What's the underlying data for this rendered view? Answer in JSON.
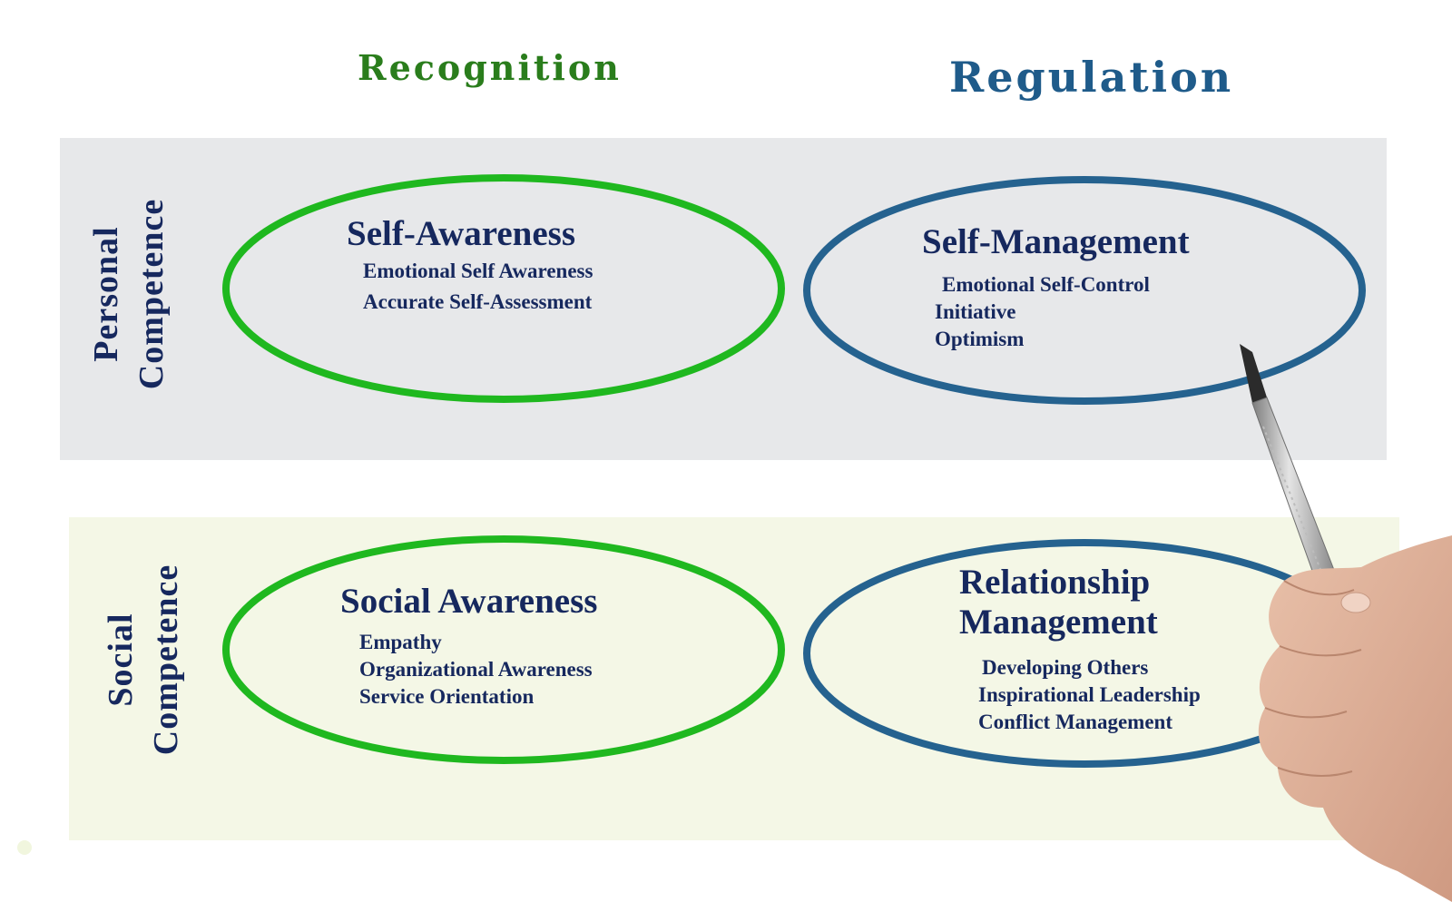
{
  "columns": {
    "recognition": "Recognition",
    "regulation": "Regulation"
  },
  "rows": {
    "personal": [
      "Personal",
      "Competence"
    ],
    "social": [
      "Social",
      "Competence"
    ]
  },
  "quadrants": {
    "self_awareness": {
      "title": "Self-Awareness",
      "items": [
        "Emotional Self Awareness",
        "Accurate Self-Assessment"
      ]
    },
    "self_management": {
      "title": "Self-Management",
      "items": [
        "Emotional Self-Control",
        "Initiative",
        "Optimism"
      ]
    },
    "social_awareness": {
      "title": "Social Awareness",
      "items": [
        "Empathy",
        "Organizational Awareness",
        "Service Orientation"
      ]
    },
    "relationship_management": {
      "title_lines": [
        "Relationship",
        "Management"
      ],
      "items": [
        "Developing Others",
        "Inspirational Leadership",
        "Conflict Management"
      ]
    }
  },
  "colors": {
    "recognition_green": "#2a7d1c",
    "ellipse_green": "#1fb81f",
    "regulation_blue": "#1f5b8a",
    "ellipse_blue": "#25628f",
    "text_navy": "#16285e",
    "personal_band": "#e7e8ea",
    "social_band": "#f4f7e6"
  }
}
